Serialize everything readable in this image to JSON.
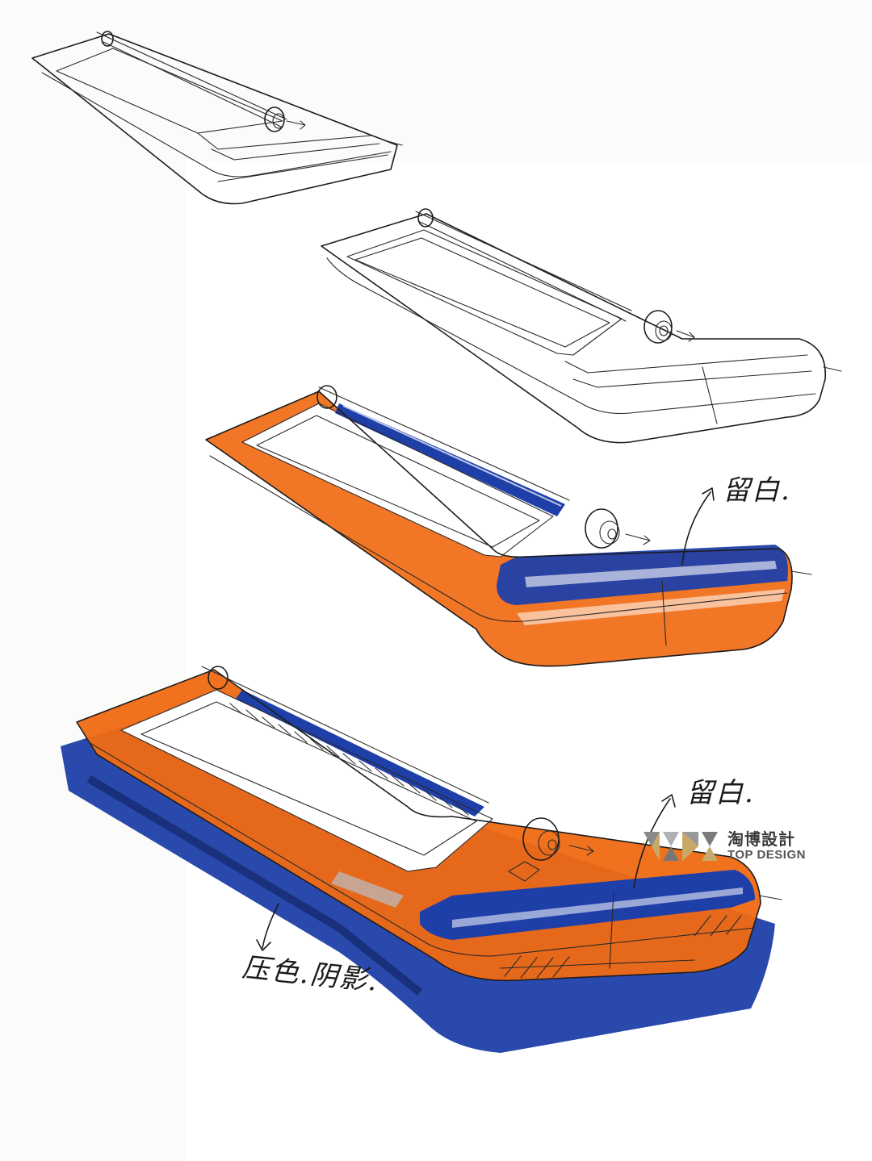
{
  "annotations": {
    "top_note": "留白.",
    "bottom_note": "留白.",
    "shadow_note": "压色.阴影."
  },
  "brand": {
    "name_cn": "淘博設計",
    "name_en": "TOP DESIGN",
    "mark_icon": "geometric-triangle-logo-icon"
  },
  "colors": {
    "orange": "#f06a12",
    "blue": "#1f3fa8",
    "ink": "#1c1c1c",
    "gray": "#9a9a9a"
  }
}
